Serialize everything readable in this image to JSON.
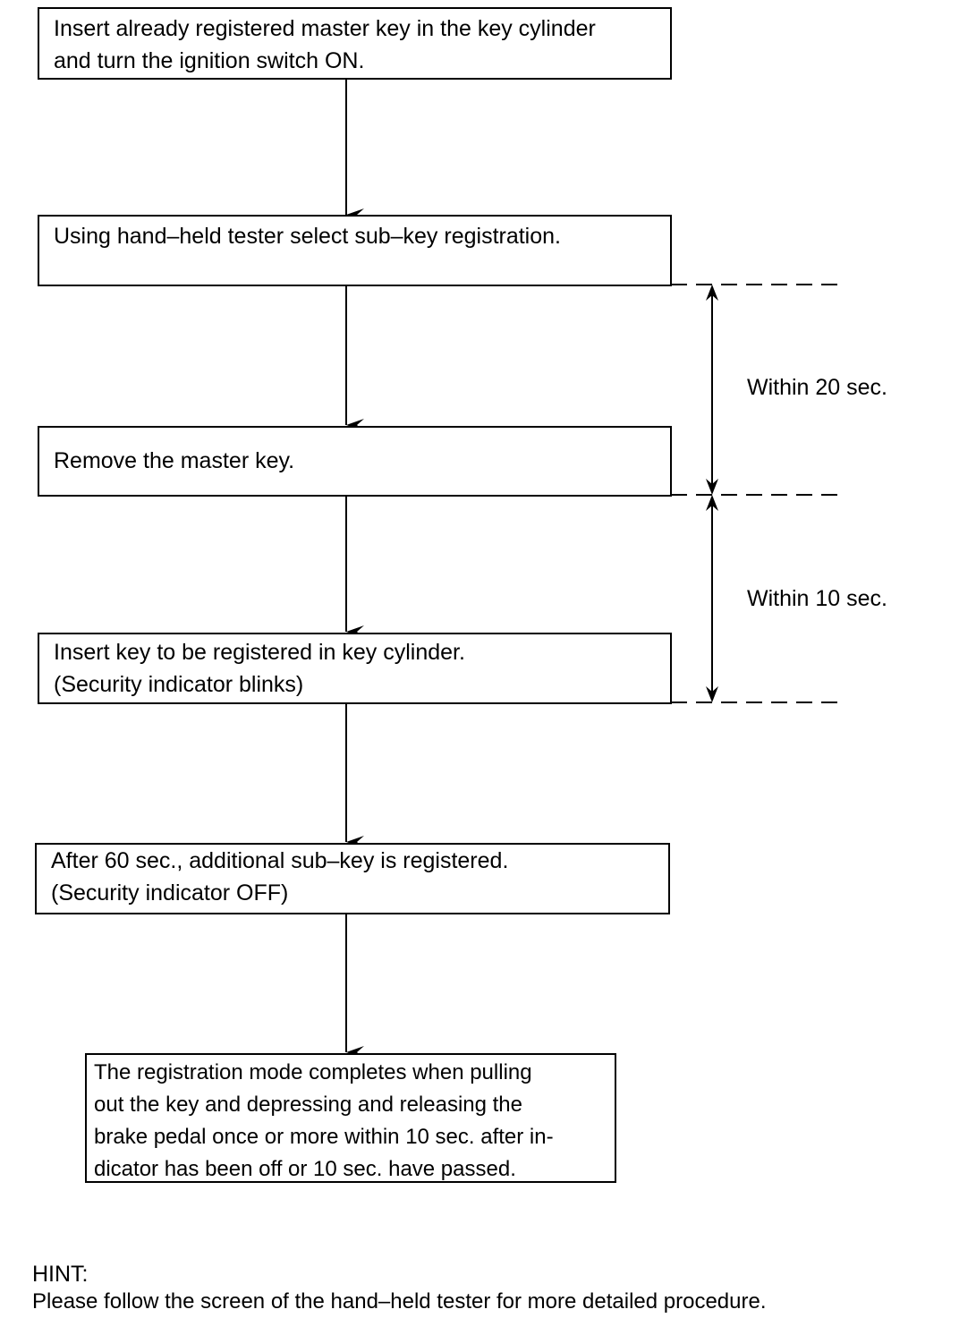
{
  "steps": [
    {
      "lines": [
        "Insert already registered master key in the key cylinder",
        "and turn the ignition switch ON."
      ]
    },
    {
      "lines": [
        "Using hand–held tester select sub–key registration."
      ]
    },
    {
      "lines": [
        "Remove the master key."
      ]
    },
    {
      "lines": [
        "Insert key to be registered in key cylinder.",
        "(Security indicator blinks)"
      ]
    },
    {
      "lines": [
        "After 60 sec., additional sub–key is registered.",
        "(Security indicator OFF)"
      ]
    },
    {
      "lines": [
        "The registration mode completes when pulling",
        "out the key and depressing and releasing the",
        "brake pedal once or more within 10 sec. after in-",
        "dicator has been off or 10 sec. have passed."
      ]
    }
  ],
  "timings": [
    {
      "label": "Within 20 sec."
    },
    {
      "label": "Within 10 sec."
    }
  ],
  "hint": {
    "title": "HINT:",
    "text": "Please follow the screen of the hand–held tester for more detailed procedure."
  }
}
